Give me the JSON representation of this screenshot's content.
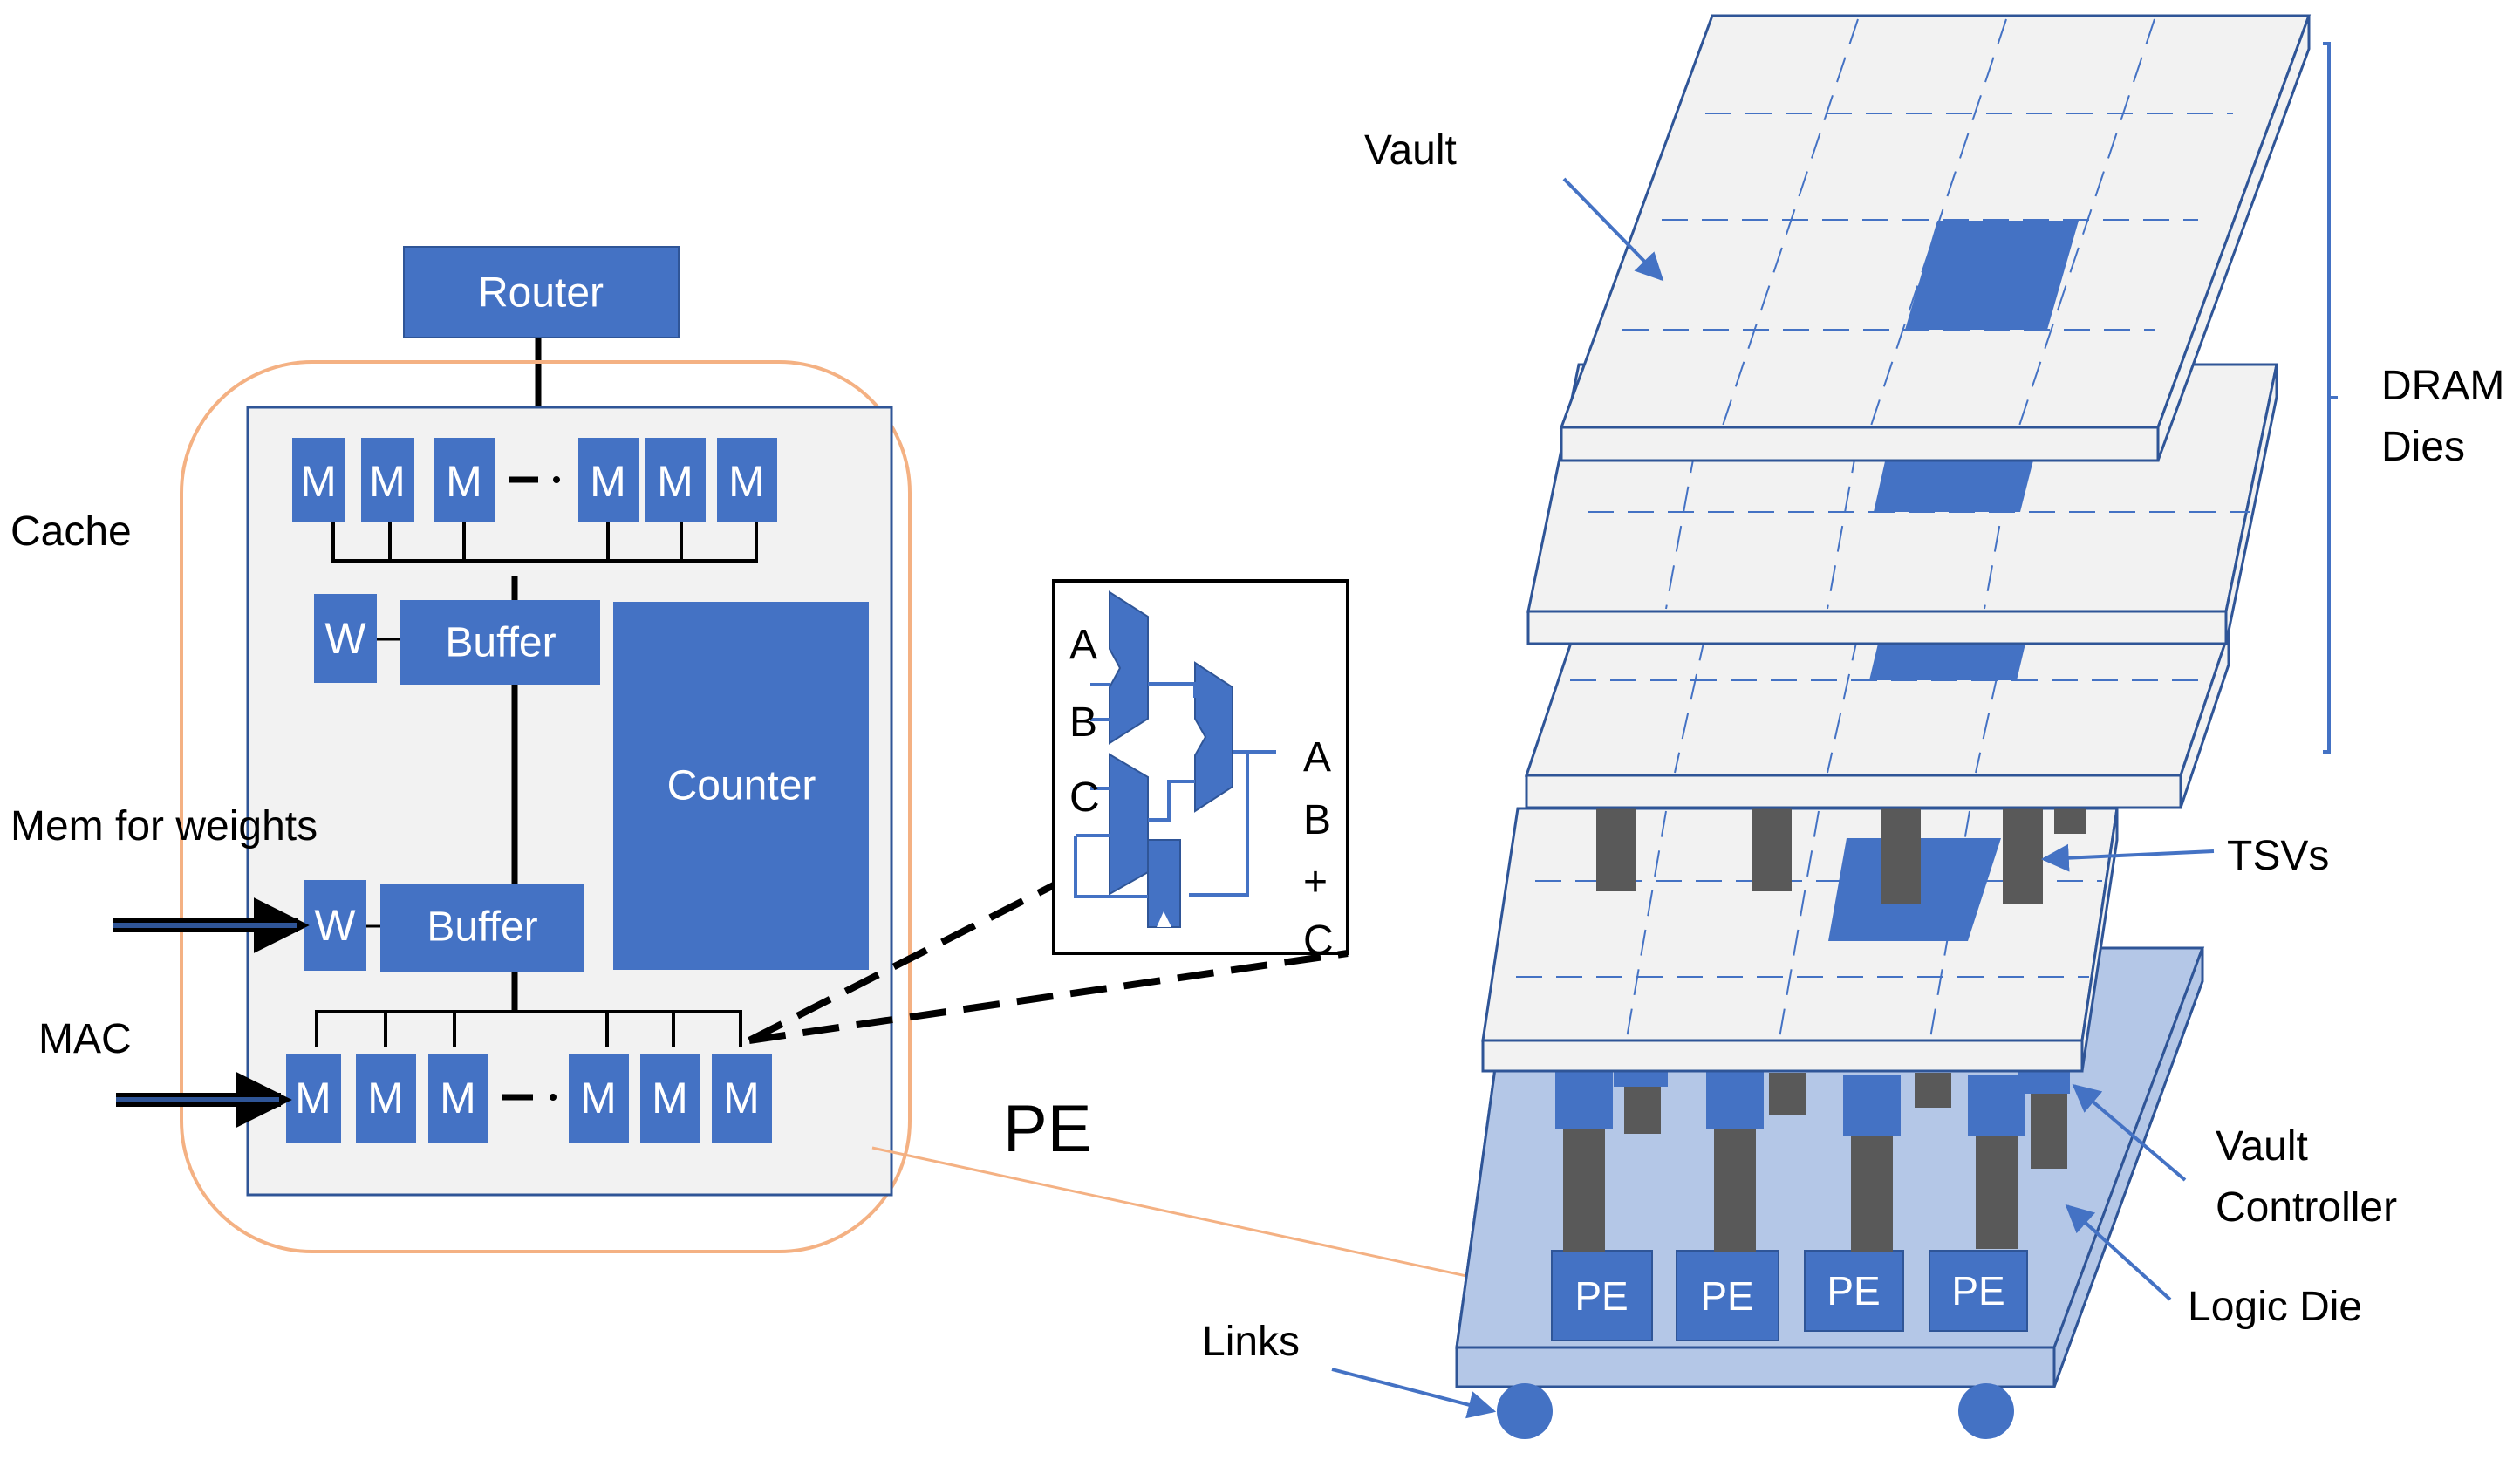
{
  "labels": {
    "router": "Router",
    "cache": "Cache",
    "mem_for_weights": "Mem for weights",
    "mac": "MAC",
    "w": "W",
    "buffer": "Buffer",
    "counter": "Counter",
    "pe_big": "PE",
    "m": "M",
    "mac_unit": {
      "input_a": "A",
      "input_b": "B",
      "input_c": "C",
      "output_lines": [
        "A",
        "B",
        "+",
        "C"
      ]
    },
    "vault": "Vault",
    "dram_dies": [
      "DRAM",
      "Dies"
    ],
    "tsvs": "TSVs",
    "vault_controller": [
      "Vault",
      "Controller"
    ],
    "logic_die": "Logic Die",
    "links": "Links",
    "pe_blocks": [
      "PE",
      "PE",
      "PE",
      "PE"
    ]
  },
  "colors": {
    "block_blue": "#4472c4",
    "pe_outline_orange": "#f4b183",
    "pe_fill_gray": "#f2f2f2",
    "die_fill": "#f2f2f2",
    "die_edge": "#2f5597",
    "logic_die_fill": "#b4c7e7",
    "tsv_gray": "#595959",
    "line_black": "#000000"
  }
}
